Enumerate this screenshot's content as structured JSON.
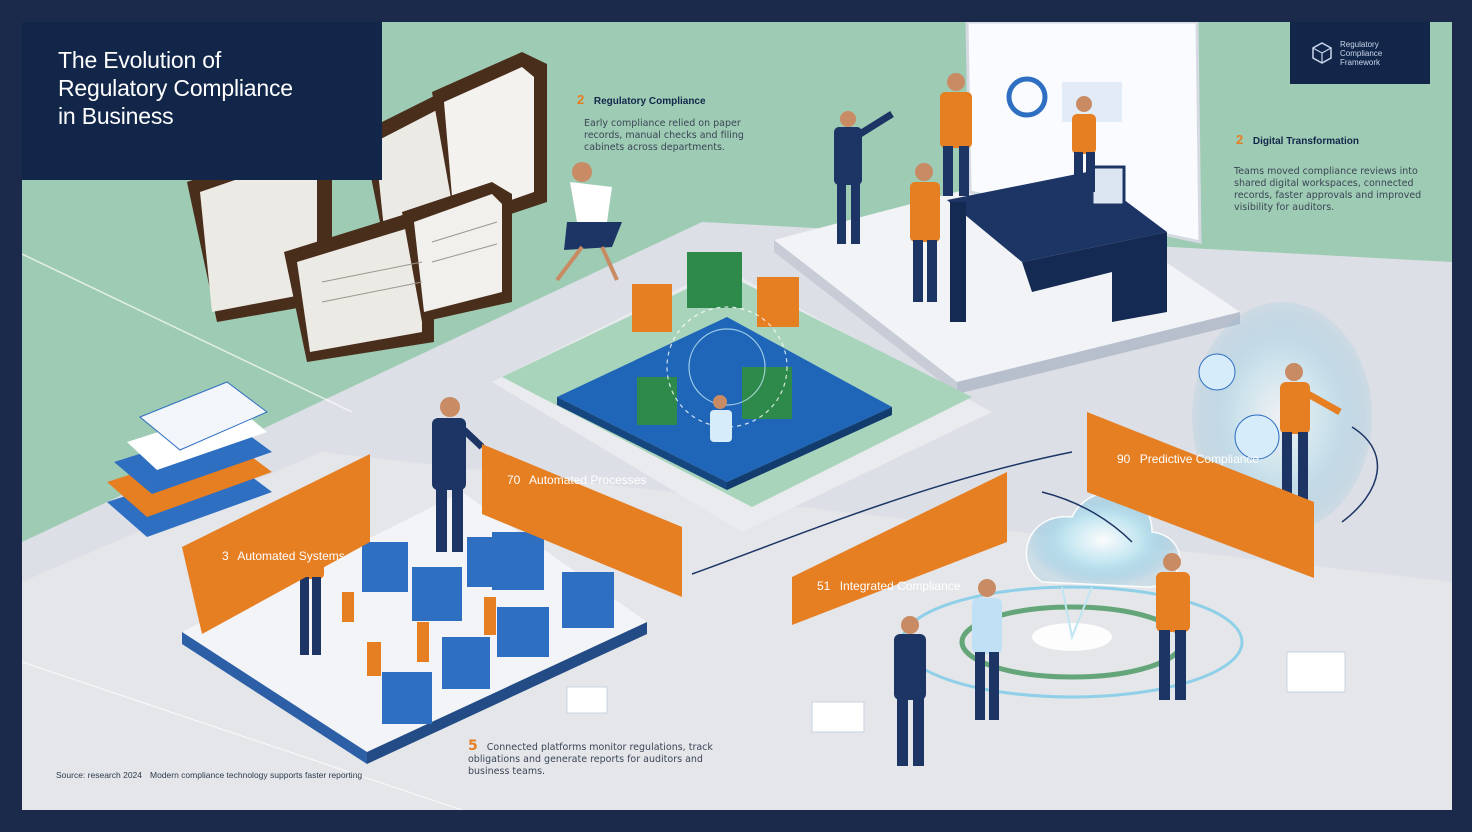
{
  "title": {
    "line1": "The Evolution of",
    "line2": "Regulatory Compliance",
    "line3": "in Business"
  },
  "logo": {
    "text": "Regulatory Compliance Framework"
  },
  "section_top_center": {
    "number": "2",
    "heading": "Regulatory Compliance",
    "body": "Early compliance relied on paper records, manual checks and filing cabinets across departments."
  },
  "section_top_right": {
    "number": "2",
    "heading": "Digital Transformation",
    "body": "Teams moved compliance reviews into shared digital workspaces, connected records, faster approvals and improved visibility for auditors."
  },
  "banners": [
    {
      "number": "3",
      "label": "Automated Systems"
    },
    {
      "number": "70",
      "label": "Automated Processes"
    },
    {
      "number": "90",
      "label": "Predictive Compliance"
    },
    {
      "number": "51",
      "label": "Integrated Compliance"
    }
  ],
  "bottom_note": {
    "number": "5",
    "body": "Connected platforms monitor regulations, track obligations and generate reports for auditors and business teams."
  },
  "footer": {
    "left": "Source: research 2024",
    "right": "Modern compliance technology supports faster reporting"
  },
  "colors": {
    "navy": "#12264a",
    "orange": "#e67e22",
    "green": "#9dcbb0",
    "blue": "#2e6fc1",
    "gray": "#d7dae1"
  }
}
